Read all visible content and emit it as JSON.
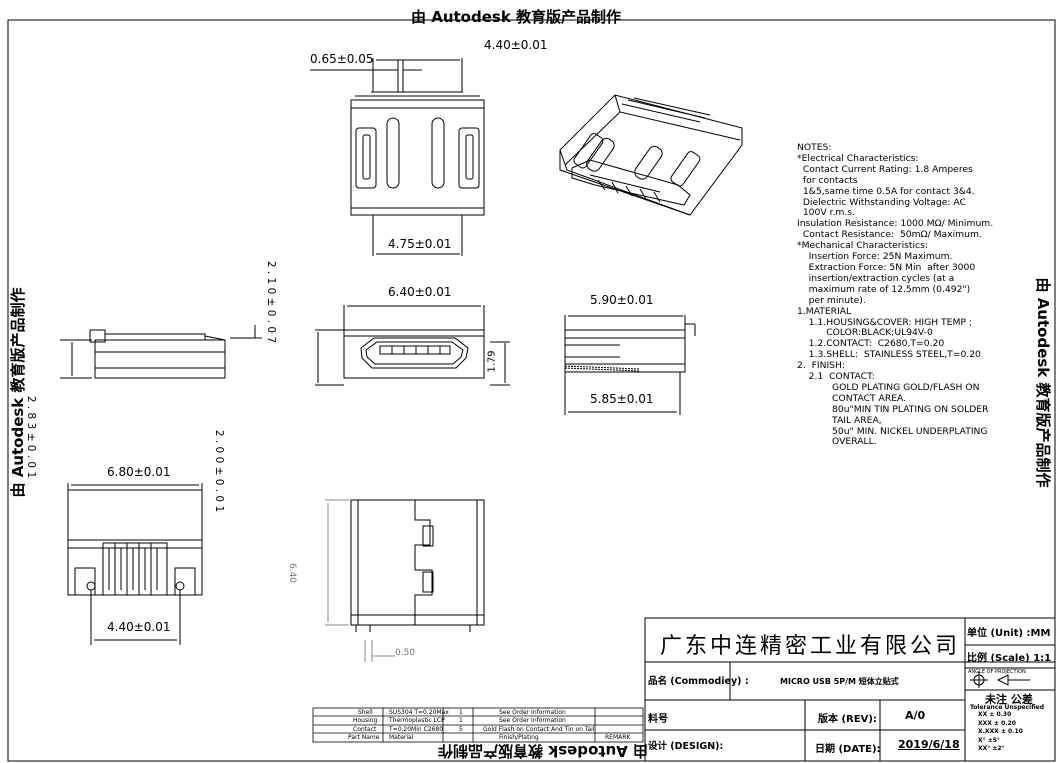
{
  "watermark": {
    "top": "由 Autodesk 教育版产品制作",
    "left": "由 Autodesk 教育版产品制作",
    "right": "由 Autodesk 教育版产品制作",
    "bottom": "由 Autodesk 教育版产品制作"
  },
  "dimensions": {
    "top_pitch": "0.65±0.05",
    "top_width": "4.40±0.01",
    "top_inner": "4.75±0.01",
    "front_width": "6.40±0.01",
    "front_height": "1.79",
    "front_left_vertical": "2 . 1 0 ± 0 . 0 7",
    "side_top": "5.90±0.01",
    "side_bottom": "5.85±0.01",
    "left_vertical": "2 . 8 3 ± 0 . 0 1",
    "bottom_mid_vertical": "2 . 0 0 ± 0 . 0 1",
    "bottom_width": "6.80±0.01",
    "bottom_pins": "4.40±0.01",
    "right_view_height": "6.40",
    "right_view_bottom": "0.50"
  },
  "notes": {
    "lines": [
      "NOTES:",
      "*Electrical Characteristics:",
      "  Contact Current Rating: 1.8 Amperes",
      "  for contacts",
      "  1&5,same time 0.5A for contact 3&4.",
      "  Dielectric Withstanding Voltage: AC",
      "  100V r.m.s.",
      "Insulation Resistance: 1000 MΩ/ Minimum.",
      "  Contact Resistance:  50mΩ/ Maximum.",
      "*Mechanical Characteristics:",
      "    Insertion Force: 25N Maximum.",
      "    Extraction Force: 5N Min  after 3000",
      "    insertion/extraction cycles (at a",
      "    maximum rate of 12.5mm (0.492\")",
      "    per minute).",
      "1.MATERIAL",
      "    1.1.HOUSING&COVER: HIGH TEMP ;",
      "          COLOR:BLACK;UL94V-0",
      "    1.2.CONTACT:  C2680,T=0.20",
      "    1.3.SHELL:  STAINLESS STEEL,T=0.20",
      "2.  FINISH:",
      "    2.1  CONTACT:",
      "            GOLD PLATING GOLD/FLASH ON",
      "            CONTACT AREA.",
      "            80u\"MIN TIN PLATING ON SOLDER",
      "            TAIL AREA,",
      "            50u\" MIN. NICKEL UNDERPLATING",
      "            OVERALL."
    ]
  },
  "title_block": {
    "company": "广东中连精密工业有限公司",
    "unit": "单位 (Unit) :MM",
    "scale": "比例 (Scale) 1:1",
    "projection": "ANGLE OF PROJECTION",
    "tolerance_title": "未注 公差",
    "tolerance_sub": "Tolerance Unspecified",
    "tol_rows": [
      "XX    ± 0.30",
      "XXX   ± 0.20",
      "X.XXX ± 0.10",
      "X°   ±5°",
      "XX°  ±2°"
    ],
    "commodity_label": "品名 (Commodiey) :",
    "commodity_value": "MICRO USB 5P/M  短体立贴式",
    "part_label": "料号",
    "version_label": "版本 (REV):",
    "version_value": "A/0",
    "design_label": "设计 (DESIGN):",
    "date_label": "日期 (DATE):",
    "date_value": "2019/6/18"
  },
  "mini_table": {
    "rows": [
      [
        "Shell",
        "SUS304  T=0.20Max",
        "1",
        "See Order Information"
      ],
      [
        "Housing",
        "Thermoplastic  LCP",
        "1",
        "See Order Information"
      ],
      [
        "Contact",
        "T=0.20Min  C2680",
        "5",
        "Gold Flash on Contact And Tin on Tail"
      ],
      [
        "Part Name",
        "Material",
        "",
        "Finish/Plating"
      ]
    ],
    "remark": "REMARK"
  }
}
